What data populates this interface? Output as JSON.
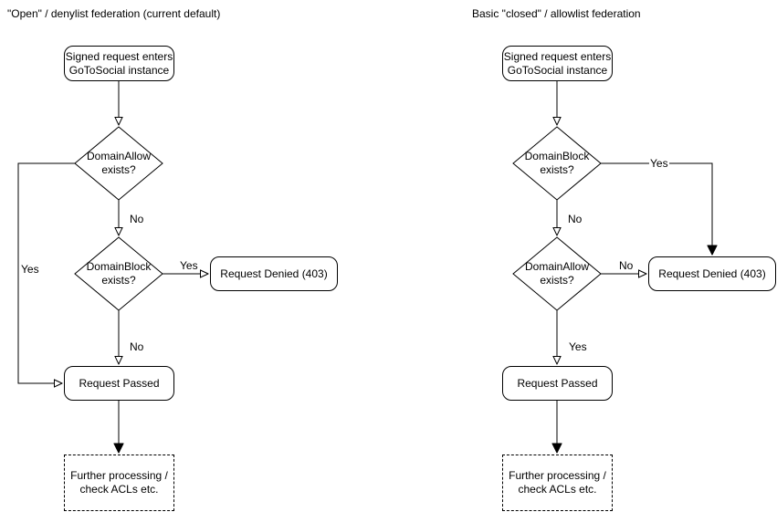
{
  "colors": {
    "stroke": "#000000",
    "node_fill": "#ffffff",
    "text": "#000000"
  },
  "left_chart": {
    "title": "\"Open\" / denylist federation (current default)",
    "nodes": {
      "start": "Signed request enters\nGoToSocial instance",
      "decision_allow": "DomainAllow\nexists?",
      "decision_block": "DomainBlock\nexists?",
      "denied": "Request Denied (403)",
      "passed": "Request Passed",
      "further": "Further processing /\ncheck ACLs etc."
    },
    "edge_labels": {
      "allow_no": "No",
      "allow_yes": "Yes",
      "block_yes": "Yes",
      "block_no": "No"
    }
  },
  "right_chart": {
    "title": "Basic \"closed\" / allowlist federation",
    "nodes": {
      "start": "Signed request enters\nGoToSocial instance",
      "decision_block": "DomainBlock\nexists?",
      "decision_allow": "DomainAllow\nexists?",
      "denied": "Request Denied (403)",
      "passed": "Request Passed",
      "further": "Further processing /\ncheck ACLs etc."
    },
    "edge_labels": {
      "block_yes": "Yes",
      "block_no": "No",
      "allow_no": "No",
      "allow_yes": "Yes"
    }
  }
}
